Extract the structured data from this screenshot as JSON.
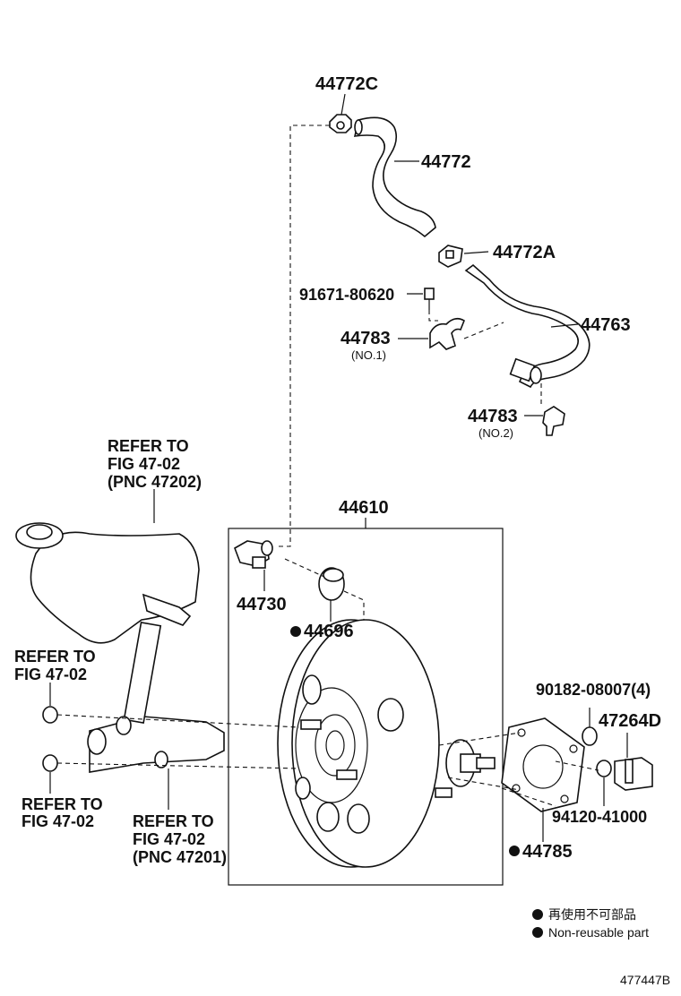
{
  "labels": {
    "clip_top": "44772C",
    "hose_upper": "44772",
    "clip_mid": "44772A",
    "bolt": "91671-80620",
    "bracket1": "44783",
    "bracket1_note": "(NO.1)",
    "hose_lower": "44763",
    "bracket2": "44783",
    "bracket2_note": "(NO.2)",
    "booster": "44610",
    "check_valve": "44730",
    "grommet": "44696",
    "nut_spec": "90182-08007(4)",
    "clevis": "47264D",
    "nut2": "94120-41000",
    "gasket": "44785"
  },
  "references": {
    "reservoir_1": "REFER TO",
    "reservoir_2": "FIG 47-02",
    "reservoir_3": "(PNC 47202)",
    "left_top_1": "REFER TO",
    "left_top_2": "FIG 47-02",
    "left_bottom_1": "REFER TO",
    "left_bottom_2": "FIG 47-02",
    "master_1": "REFER TO",
    "master_2": "FIG 47-02",
    "master_3": "(PNC 47201)"
  },
  "legend": {
    "japanese": "再使用不可部品",
    "english": "Non-reusable part"
  },
  "figure_id": "477447B",
  "colors": {
    "ink": "#111111",
    "paper": "#ffffff"
  },
  "icons": {
    "non_reusable_marker": "filled-circle-icon"
  }
}
